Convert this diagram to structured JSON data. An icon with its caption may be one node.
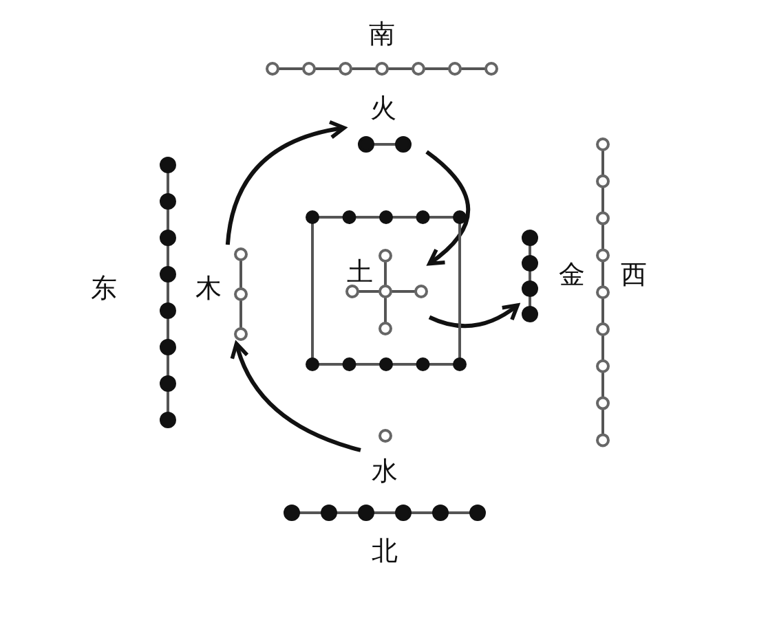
{
  "diagram": {
    "nodes": [
      {
        "text": [
          "火"
        ]
      },
      {
        "text": [
          "木"
        ]
      },
      {
        "text": [
          "土"
        ]
      },
      {
        "text": [
          "金"
        ]
      },
      {
        "text": [
          "水"
        ]
      }
    ],
    "edges": [
      {
        "from": 1,
        "to": 0,
        "arrow": "to"
      },
      {
        "from": 0,
        "to": 2,
        "arrow": "to"
      },
      {
        "from": 2,
        "to": 3,
        "arrow": "to"
      },
      {
        "from": 4,
        "to": 1,
        "arrow": "to"
      }
    ],
    "labels": [
      "南",
      "东",
      "西",
      "北"
    ]
  }
}
